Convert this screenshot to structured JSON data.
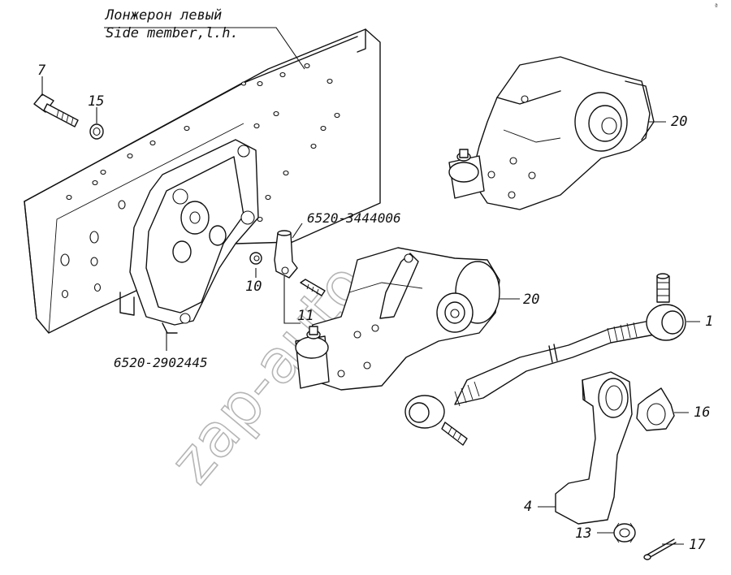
{
  "frame_title": {
    "ru": "Лонжерон левый",
    "en": "Side member,l.h."
  },
  "part_numbers": {
    "bracket": "6520-2902445",
    "clamp": "6520-3444006"
  },
  "callouts": {
    "bolt": "7",
    "washer": "15",
    "nut_small": "10",
    "bolt_long": "11",
    "gear_upper": "20",
    "gear_lower": "20",
    "drag_link": "1",
    "lock_plate": "16",
    "pitman_arm": "4",
    "castle_nut": "13",
    "cotter_pin": "17"
  },
  "watermark": "zap-auto",
  "corner_mark": "ª"
}
